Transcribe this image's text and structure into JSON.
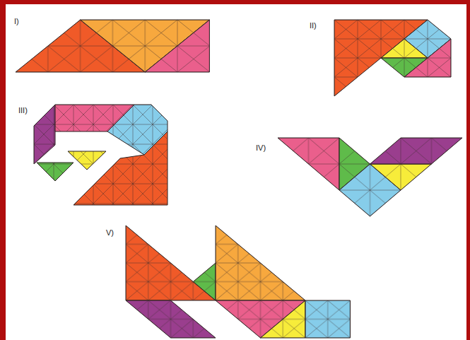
{
  "diagram": {
    "labels": [
      "I)",
      "II)",
      "III)",
      "IV)",
      "V)"
    ]
  }
}
